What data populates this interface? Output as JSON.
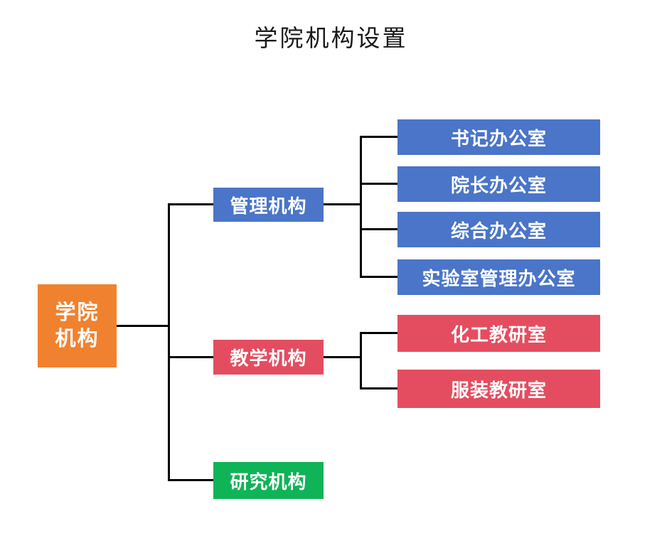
{
  "title": "学院机构设置",
  "palette": {
    "root_orange": "#F0822F",
    "management_blue": "#4A75C8",
    "teaching_red": "#E44D60",
    "research_green": "#0FB457",
    "connector_black": "#000000",
    "node_text_white": "#FFFFFF",
    "title_black": "#1A1A1A"
  },
  "root": {
    "line1": "学院",
    "line2": "机构"
  },
  "branches": [
    {
      "label": "管理机构",
      "children": [
        "书记办公室",
        "院长办公室",
        "综合办公室",
        "实验室管理办公室"
      ]
    },
    {
      "label": "教学机构",
      "children": [
        "化工教研室",
        "服装教研室"
      ]
    },
    {
      "label": "研究机构",
      "children": []
    }
  ]
}
